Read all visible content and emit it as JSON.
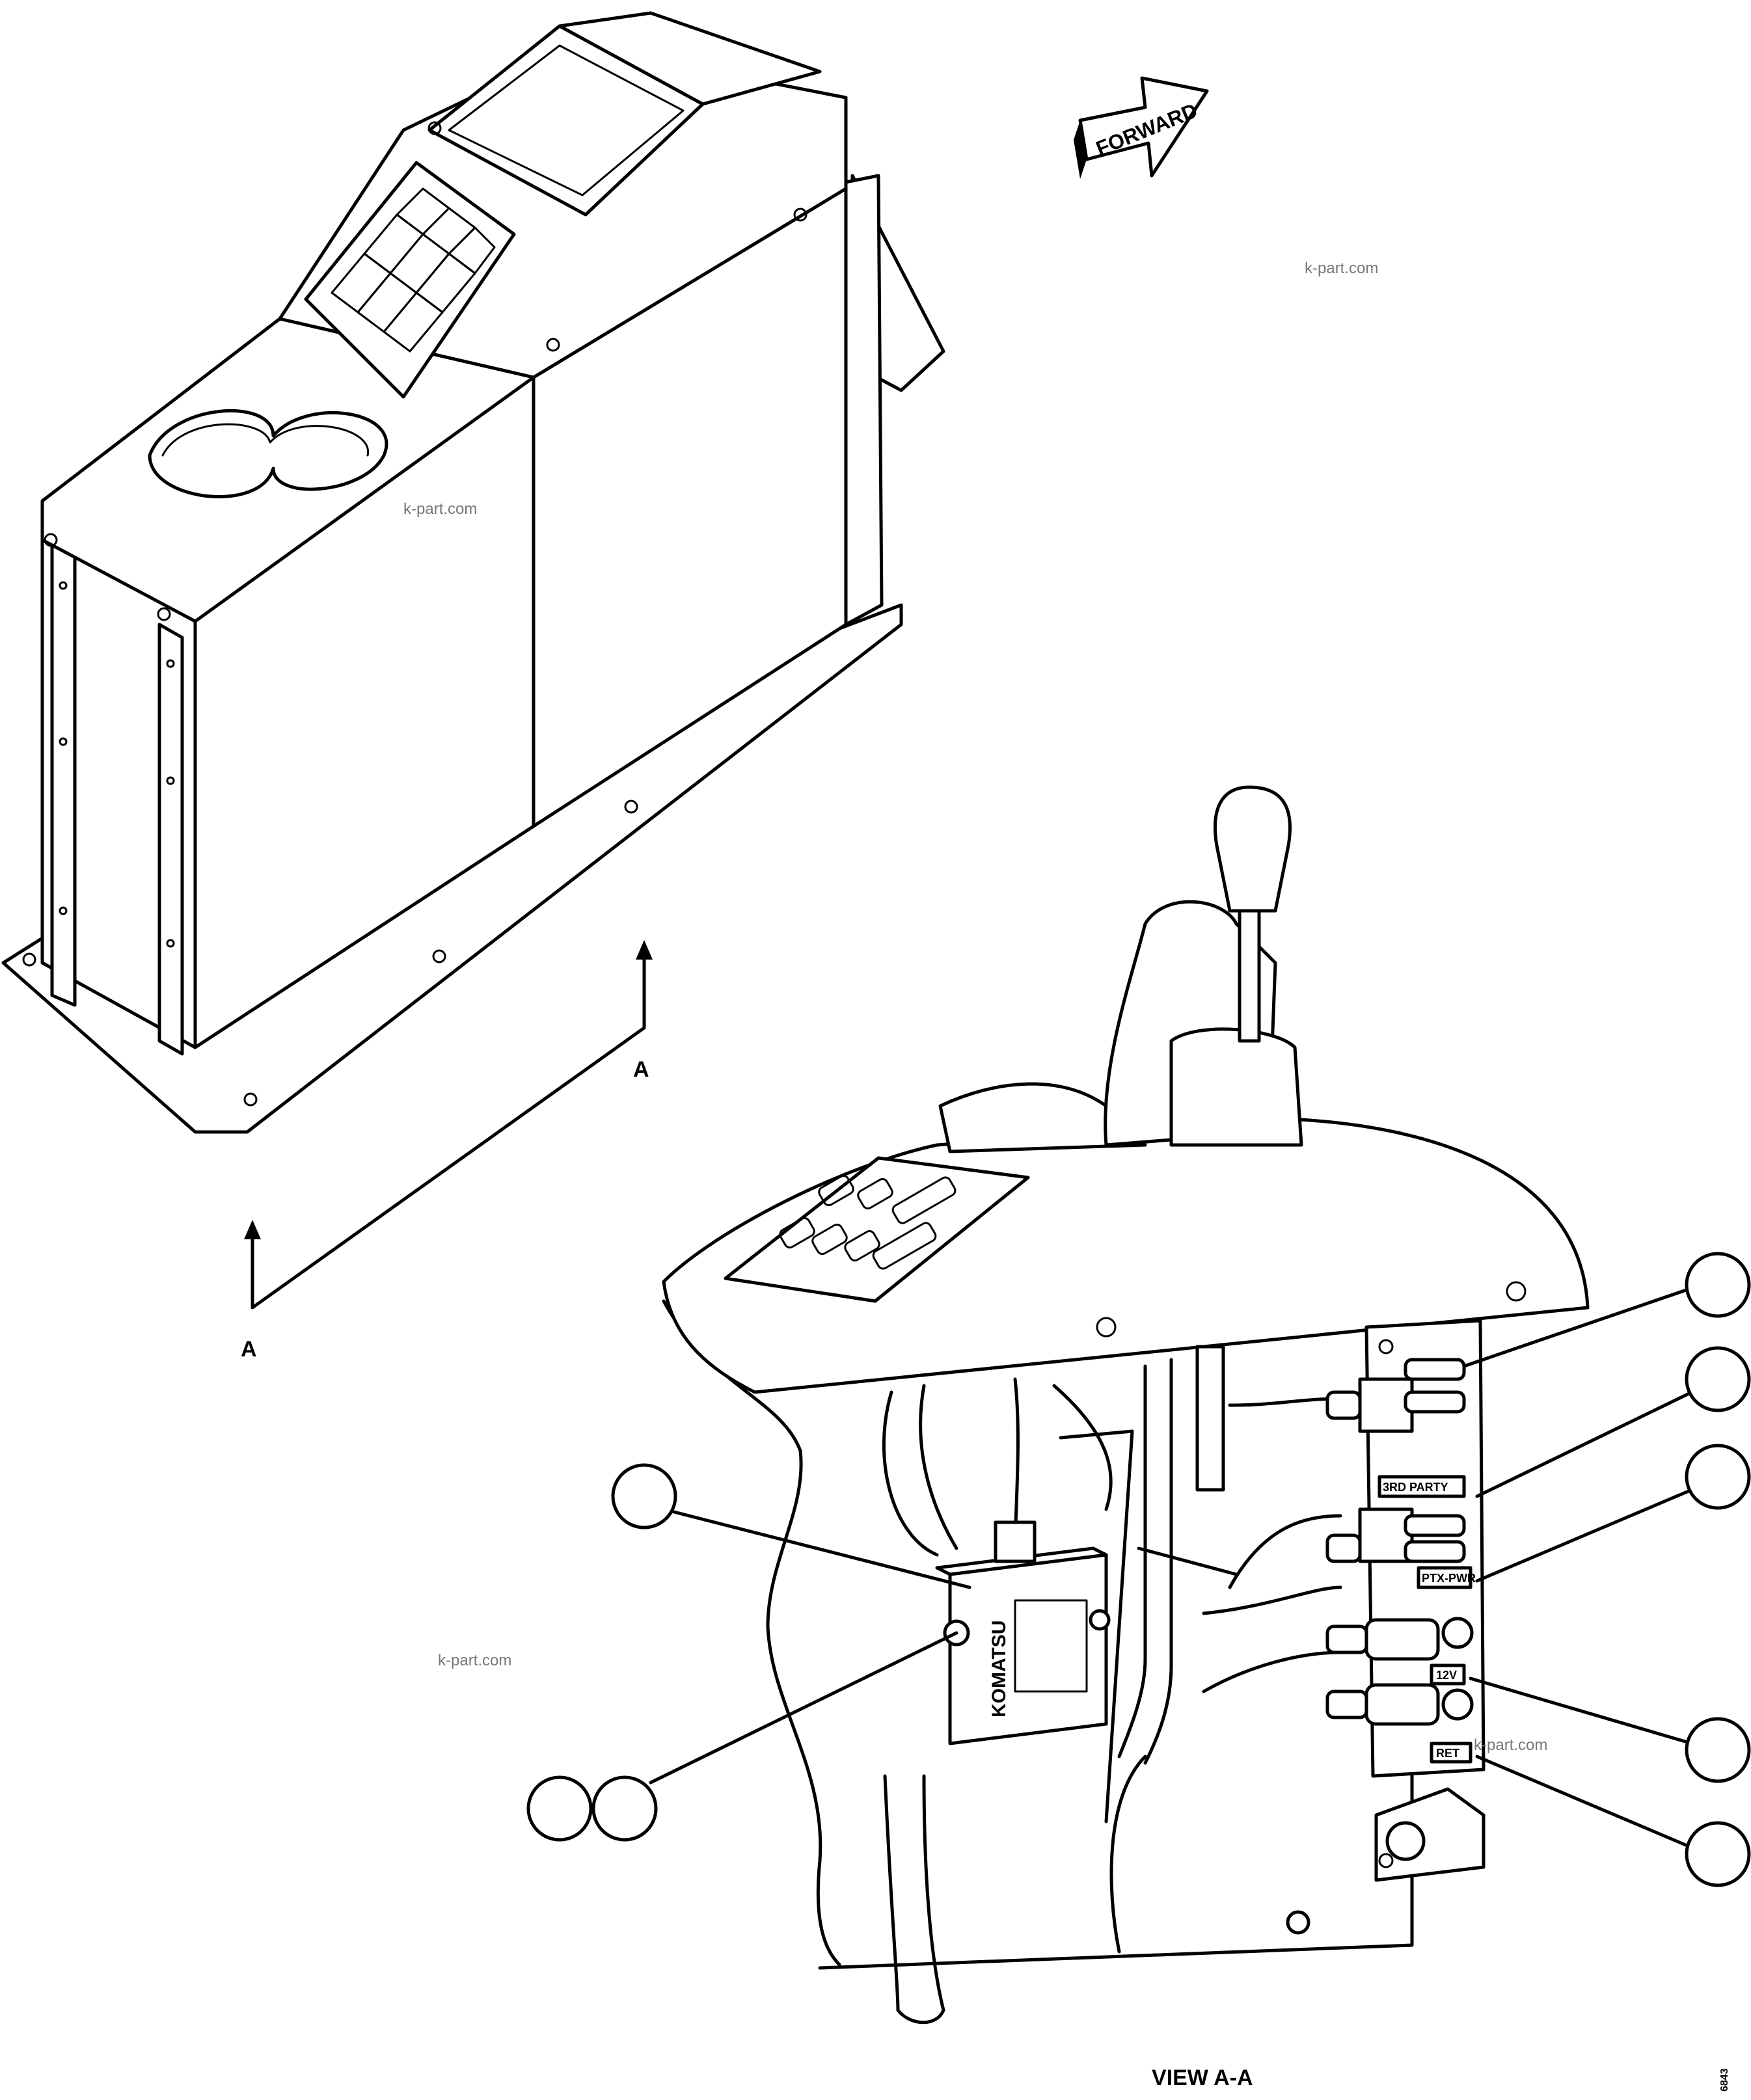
{
  "direction_arrow": {
    "label": "FORWARD"
  },
  "section_markers": [
    {
      "label": "A"
    },
    {
      "label": "A"
    }
  ],
  "watermarks": [
    "k-part.com",
    "k-part.com",
    "k-part.com",
    "k-part.com"
  ],
  "panel_labels": {
    "third_party": "3RD PARTY",
    "ptx_pwr": "PTX-PWR",
    "volt_12": "12V",
    "ret": "RET"
  },
  "logo_text": "KOMATSU",
  "view_label": "VIEW A-A",
  "figure_code": "6843"
}
